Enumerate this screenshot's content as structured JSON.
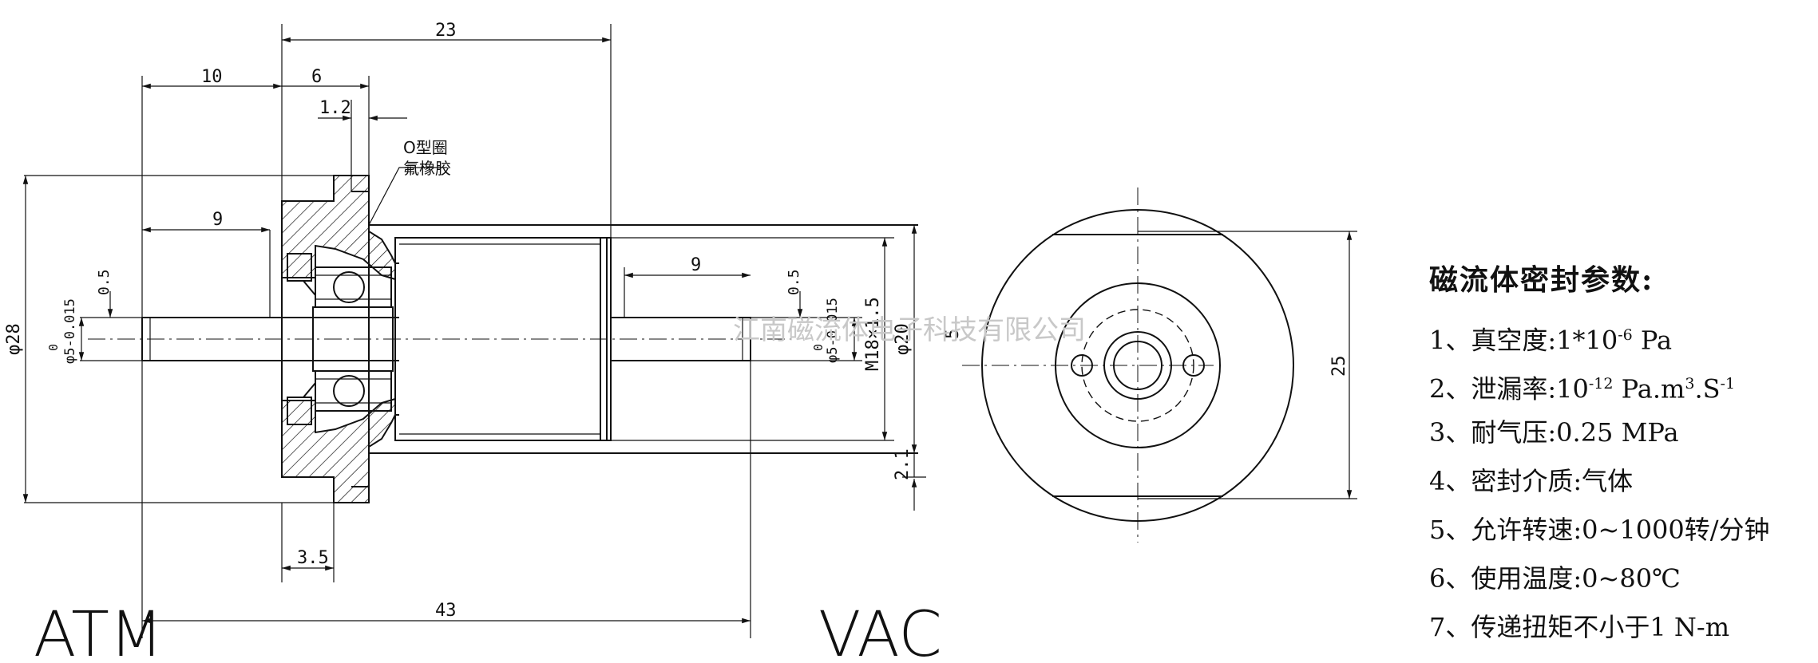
{
  "drawing": {
    "side_labels": {
      "left": "ATM",
      "right": "VAC"
    },
    "dimensions": {
      "top_23": "23",
      "left_10": "10",
      "flange_6": "6",
      "groove_1_2": "1.2",
      "shaft_9_left": "9",
      "shaft_9_right": "9",
      "offset_0_5_left": "0.5",
      "offset_0_5_right": "0.5",
      "dia_28": "φ28",
      "dia_5_left": "φ5-0.015",
      "dia_5_right": "φ5-0.015",
      "tol_zero": "0",
      "thread_m18": "M18×1.5",
      "dia_20": "φ20",
      "step_2_1": "2.1",
      "base_3_5": "3.5",
      "overall_43": "43",
      "side_25": "25",
      "end_mark": "5",
      "oring_label": "O型圈",
      "fluoro_label": "氟橡胶"
    },
    "watermark": "江南磁流体电子科技有限公司"
  },
  "params": {
    "title": "磁流体密封参数:",
    "items": [
      {
        "label": "1、真空度:",
        "value": "1*10",
        "sup": "-6",
        "tail": " Pa"
      },
      {
        "label": "2、泄漏率:",
        "value": "10",
        "sup": "-12",
        "tail": " Pa.m",
        "sup2": "3",
        "tail2": ".S",
        "sup3": "-1"
      },
      {
        "label": "3、耐气压:",
        "value": "0.25 MPa"
      },
      {
        "label": "4、密封介质:",
        "value": "气体"
      },
      {
        "label": "5、允许转速:",
        "value": "0~1000转/分钟"
      },
      {
        "label": "6、使用温度:",
        "value": "0~80℃"
      },
      {
        "label": "7、传递扭矩不小于1 N-m",
        "value": ""
      }
    ]
  }
}
